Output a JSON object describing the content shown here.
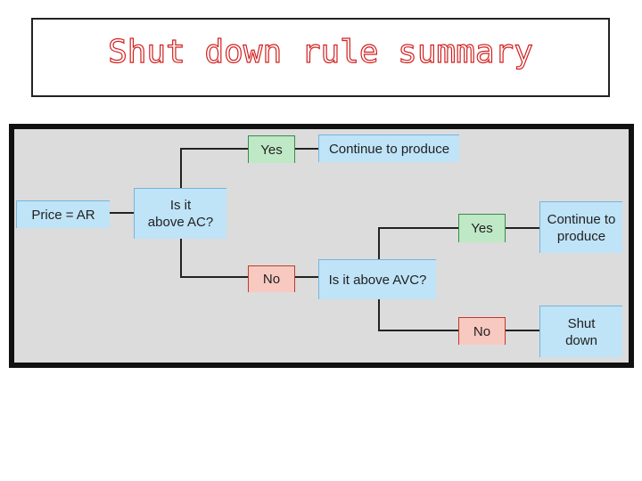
{
  "title": "Shut down rule summary",
  "nodes": {
    "price": "Price = AR",
    "above_ac": "Is it\nabove AC?",
    "yes_top": "Yes",
    "continue_top": "Continue to produce",
    "no_mid": "No",
    "above_avc": "Is it above AVC?",
    "yes_right": "Yes",
    "continue_right": "Continue to\nproduce",
    "no_bottom": "No",
    "shut_down": "Shut\ndown"
  },
  "colors": {
    "title_outline": "#d21f1f",
    "decision_box": "#bfe3f7",
    "yes_box": "#bfe8c6",
    "no_box": "#f8c9c0",
    "diagram_bg": "#dcdcdc"
  }
}
